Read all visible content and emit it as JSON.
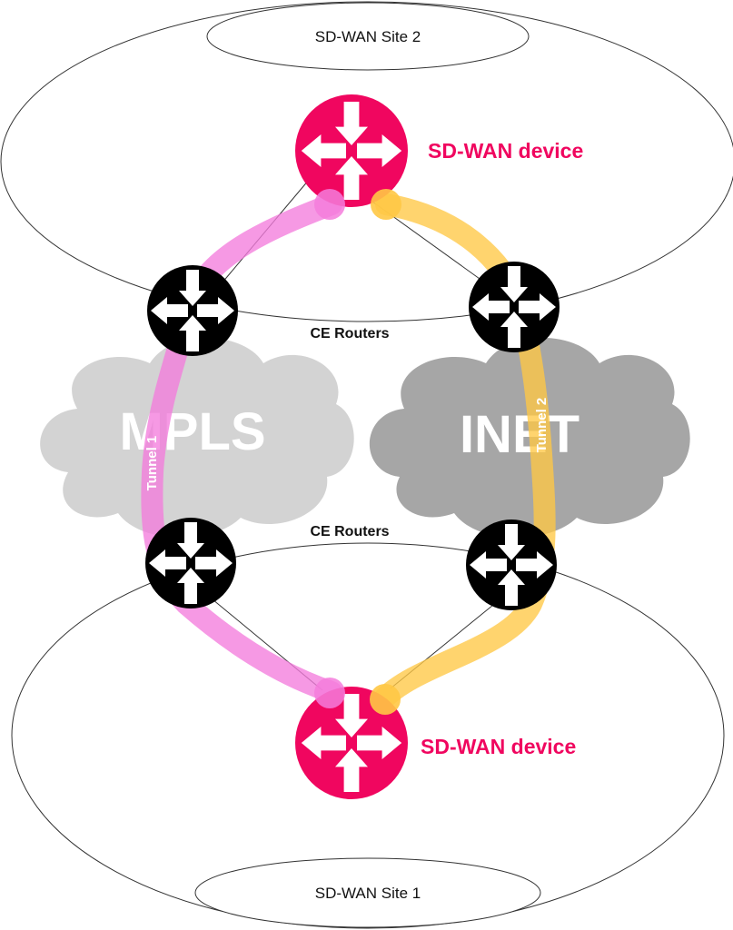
{
  "site_top": {
    "label": "SD-WAN Site 2"
  },
  "site_bottom": {
    "label": "SD-WAN Site 1"
  },
  "devices": {
    "top_label": "SD-WAN device",
    "bottom_label": "SD-WAN device",
    "color": "#f0065f",
    "icon": "router-icon"
  },
  "ce_routers": {
    "upper_label": "CE Routers",
    "lower_label": "CE Routers",
    "color": "#000000",
    "icon": "router-icon"
  },
  "clouds": {
    "left": {
      "label": "MPLS",
      "color": "#d3d3d3"
    },
    "right": {
      "label": "INET",
      "color": "#a6a6a6"
    }
  },
  "tunnels": {
    "one": {
      "label": "Tunnel 1",
      "color": "#f47cdc"
    },
    "two": {
      "label": "Tunnel 2",
      "color": "#ffc845"
    }
  }
}
